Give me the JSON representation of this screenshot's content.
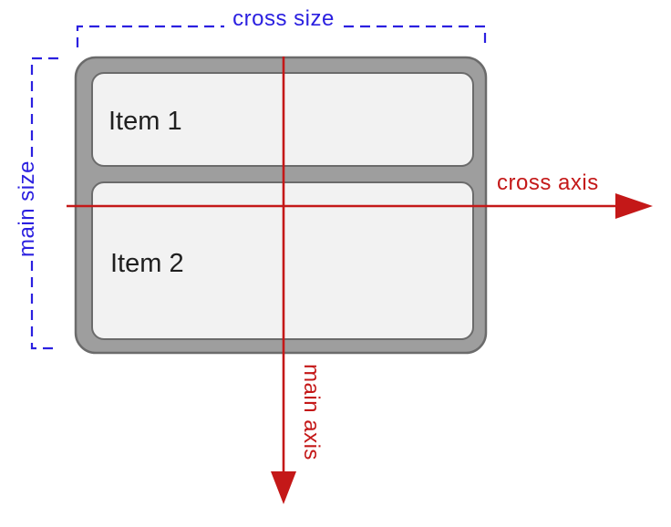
{
  "diagram": {
    "description": "Flexbox axes diagram: column flex container with two items, showing main/cross axis and main/cross size",
    "labels": {
      "cross_size": "cross size",
      "main_size": "main size",
      "cross_axis": "cross axis",
      "main_axis": "main axis"
    },
    "container": {
      "items": [
        {
          "label": "Item 1"
        },
        {
          "label": "Item 2"
        }
      ]
    },
    "colors": {
      "size_annotation_blue": "#2b20e0",
      "axis_annotation_red": "#c41818",
      "container_fill": "#9e9e9e",
      "container_border": "#6b6b6b",
      "item_fill": "#f2f2f2",
      "item_border": "#6b6b6b",
      "item_text": "#1f1f1f",
      "background": "#ffffff"
    }
  }
}
